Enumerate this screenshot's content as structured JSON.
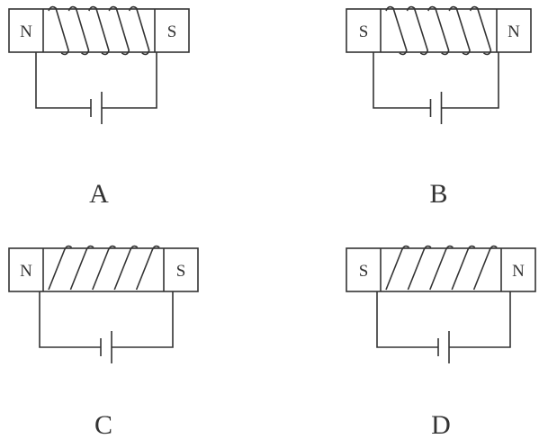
{
  "diagrams": [
    {
      "label": "A",
      "left_pole": "N",
      "right_pole": "S",
      "winding": "front-down"
    },
    {
      "label": "B",
      "left_pole": "S",
      "right_pole": "N",
      "winding": "front-down"
    },
    {
      "label": "C",
      "left_pole": "N",
      "right_pole": "S",
      "winding": "front-up"
    },
    {
      "label": "D",
      "left_pole": "S",
      "right_pole": "N",
      "winding": "front-up"
    }
  ],
  "colors": {
    "ink": "#333333",
    "background": "#ffffff"
  }
}
